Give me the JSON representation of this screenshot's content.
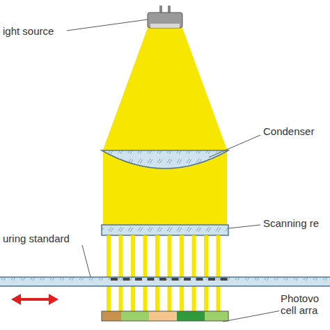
{
  "diagram": {
    "labels": [
      "ight source",
      "Condenser",
      "Scanning re",
      "uring standard",
      "Photovo cell arra"
    ]
  }
}
